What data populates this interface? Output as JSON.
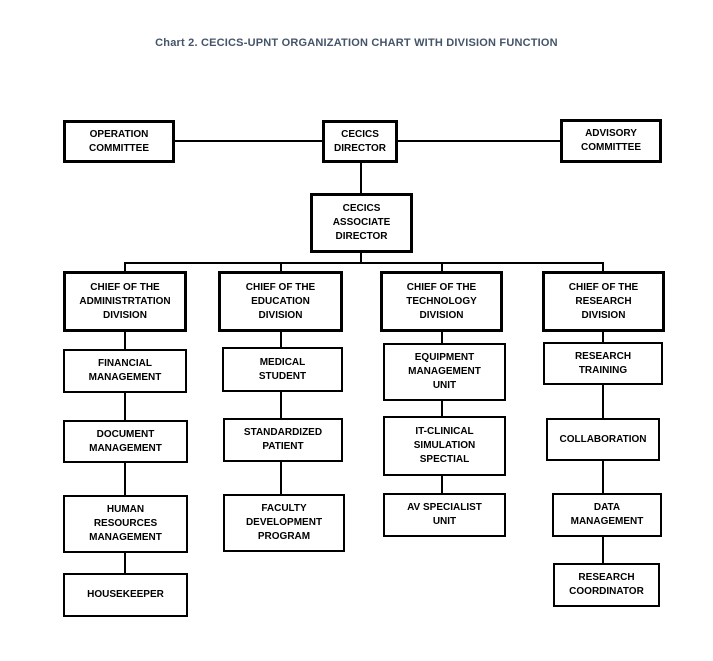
{
  "title": "Chart 2. CECICS-UPNT ORGANIZATION CHART WITH DIVISION FUNCTION",
  "colors": {
    "title_text": "#44546A",
    "box_border": "#000000",
    "box_fill": "#ffffff",
    "connector": "#000000"
  },
  "nodes": {
    "operation_committee": "OPERATION\nCOMMITTEE",
    "cecics_director": "CECICS\nDIRECTOR",
    "advisory_committee": "ADVISORY\nCOMMITTEE",
    "associate_director": "CECICS\nASSOCIATE\nDIRECTOR"
  },
  "divisions": [
    {
      "chief": "CHIEF OF THE\nADMINISTRTATION\nDIVISION",
      "units": [
        "FINANCIAL\nMANAGEMENT",
        "DOCUMENT\nMANAGEMENT",
        "HUMAN\nRESOURCES\nMANAGEMENT",
        "HOUSEKEEPER"
      ]
    },
    {
      "chief": "CHIEF OF THE\nEDUCATION\nDIVISION",
      "units": [
        "MEDICAL\nSTUDENT",
        "STANDARDIZED\nPATIENT",
        "FACULTY\nDEVELOPMENT\nPROGRAM"
      ]
    },
    {
      "chief": "CHIEF OF THE\nTECHNOLOGY\nDIVISION",
      "units": [
        "EQUIPMENT\nMANAGEMENT\nUNIT",
        "IT-CLINICAL\nSIMULATION\nSPECTIAL",
        "AV SPECIALIST\nUNIT"
      ]
    },
    {
      "chief": "CHIEF OF THE\nRESEARCH\nDIVISION",
      "units": [
        "RESEARCH\nTRAINING",
        "COLLABORATION",
        "DATA\nMANAGEMENT",
        "RESEARCH\nCOORDINATOR"
      ]
    }
  ]
}
